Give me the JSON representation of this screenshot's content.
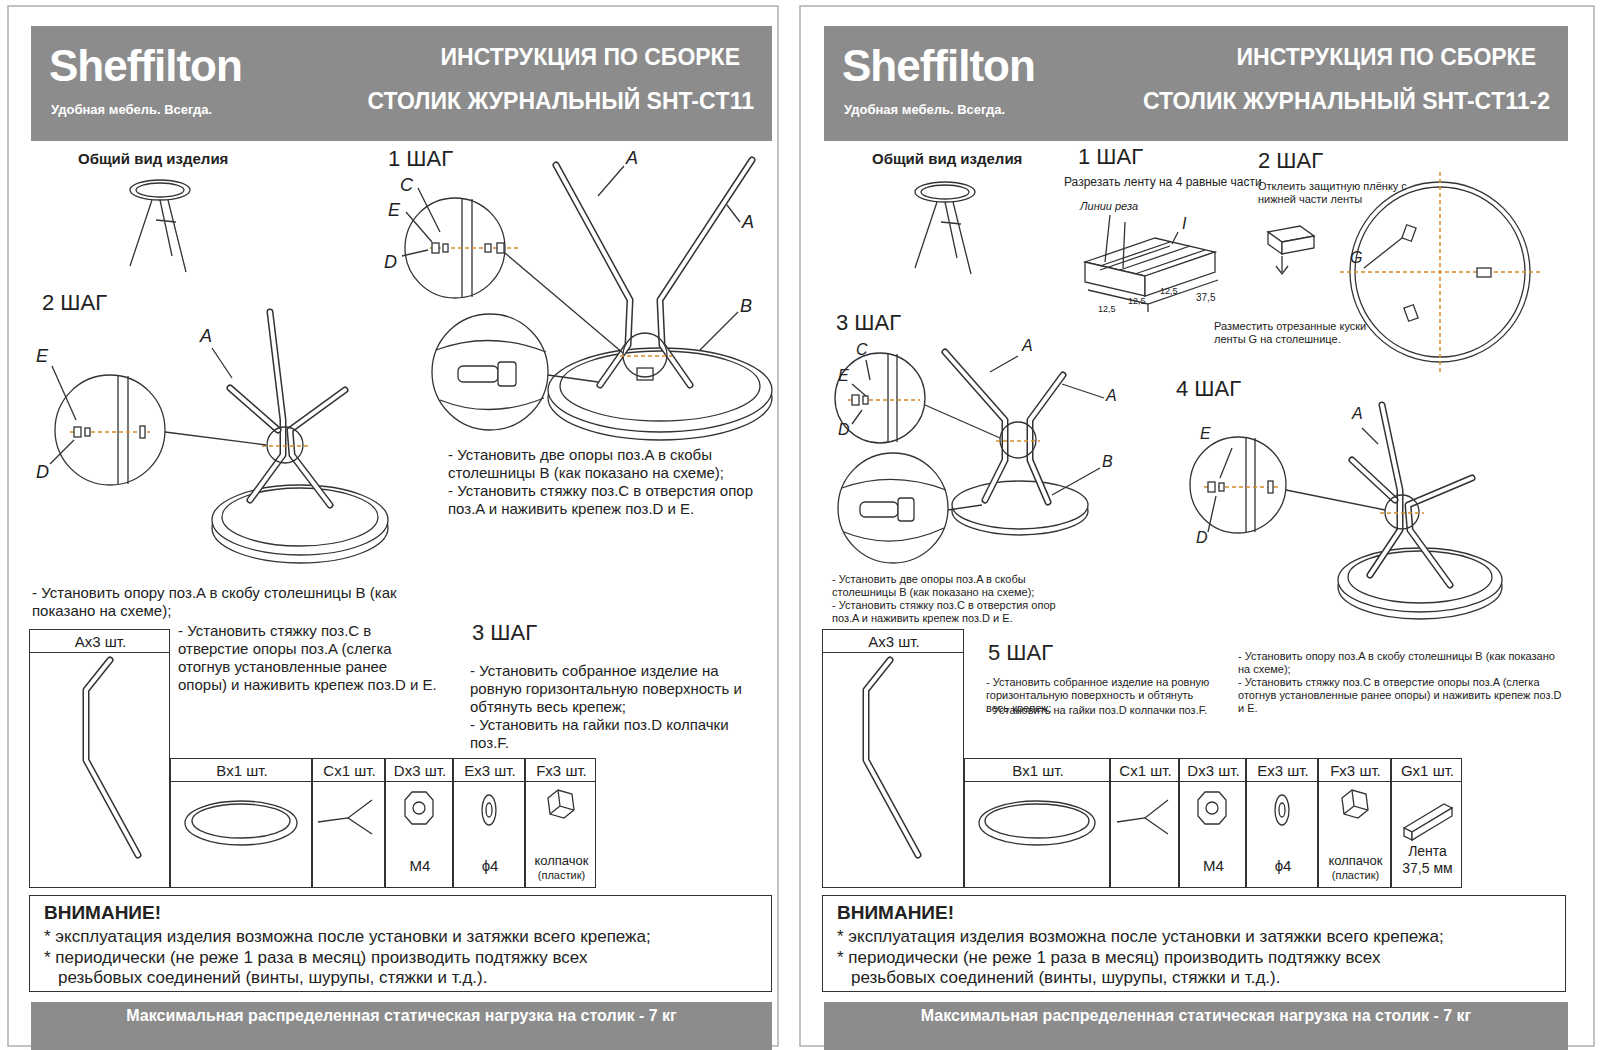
{
  "diagram": {
    "nodes": [
      {
        "text": [
          "Sheffilton",
          "Удобная мебель. Всегда.",
          "ИНСТРУКЦИЯ ПО СБОРКЕ",
          "СТОЛИК ЖУРНАЛЬНЫЙ SHT-CT11"
        ]
      },
      {
        "text": [
          "Ax3 шт."
        ]
      },
      {
        "text": [
          "Bx1 шт."
        ]
      },
      {
        "text": [
          "Cx1 шт."
        ]
      },
      {
        "text": [
          "Dx3 шт.",
          "M4"
        ]
      },
      {
        "text": [
          "Ex3 шт.",
          "ϕ4"
        ]
      },
      {
        "text": [
          "Fx3 шт.",
          "колпачок",
          "(пластик)"
        ]
      },
      {
        "text": [
          "ВНИМАНИЕ!",
          "* эксплуатация изделия возможна после установки и затяжки всего крепежа;",
          "* периодически (не реже 1 раза в месяц) производить подтяжку всех резьбовых соединений (винты, шурупы, стяжки и т.д.)."
        ]
      },
      {
        "text": [
          "Максимальная распределенная статическая нагрузка на столик - 7 кг"
        ]
      },
      {
        "text": [
          "Sheffilton",
          "Удобная мебель. Всегда.",
          "ИНСТРУКЦИЯ ПО СБОРКЕ",
          "СТОЛИК ЖУРНАЛЬНЫЙ SHT-CT11-2"
        ]
      },
      {
        "text": [
          "Ax3 шт."
        ]
      },
      {
        "text": [
          "Bx1 шт."
        ]
      },
      {
        "text": [
          "Cx1 шт."
        ]
      },
      {
        "text": [
          "Dx3 шт.",
          "M4"
        ]
      },
      {
        "text": [
          "Ex3 шт.",
          "ϕ4"
        ]
      },
      {
        "text": [
          "Fx3 шт.",
          "колпачок",
          "(пластик)"
        ]
      },
      {
        "text": [
          "Gx1 шт.",
          "Лента 37,5 мм"
        ]
      },
      {
        "text": [
          "ВНИМАНИЕ!",
          "* эксплуатация изделия возможна после установки и затяжки всего крепежа;",
          "* периодически (не реже 1 раза в месяц) производить подтяжку всех резьбовых соединений (винты, шурупы, стяжки и т.д.)."
        ]
      },
      {
        "text": [
          "Максимальная распределенная статическая нагрузка на столик - 7 кг"
        ]
      }
    ],
    "labels": [
      "Общий вид изделия",
      "1 ШАГ",
      "C",
      "E",
      "D",
      "A",
      "A",
      "B",
      "- Установить две опоры поз.A в скобы столешницы B (как показано на схеме);",
      "- Установить стяжку поз.C в отверстия опор поз.A и наживить крепеж поз.D и E.",
      "2 ШАГ",
      "E",
      "D",
      "A",
      "- Установить опору поз.A в скобу столешницы B (как показано на схеме);",
      "- Установить стяжку поз.C в отверстие опоры поз.A (слегка отогнув установленные ранее опоры) и наживить крепеж поз.D и E.",
      "3 ШАГ",
      "- Установить собранное изделие на ровную горизонтальную поверхность и обтянуть весь крепеж;",
      "- Установить на гайки поз.D колпачки поз.F.",
      "Общий вид изделия",
      "1 ШАГ",
      "Разрезать ленту на 4 равные части",
      "Линии реза",
      "I",
      "12,5",
      "12,5",
      "12,5",
      "37,5",
      "2 ШАГ",
      "Отклеить защитную плёнку с нижней части ленты",
      "G",
      "Разместить отрезанные куски ленты G на столешнице.",
      "3 ШАГ",
      "C",
      "E",
      "D",
      "A",
      "A",
      "B",
      "- Установить две опоры поз.A в скобы столешницы B (как показано на схеме);",
      "- Установить стяжку поз.C в отверстия опор поз.A и наживить крепеж поз.D и E.",
      "4 ШАГ",
      "E",
      "D",
      "A",
      "- Установить опору поз.A в скобу столешницы B (как показано на схеме);",
      "- Установить стяжку поз.C в отверстие опоры поз.A (слегка отогнув установленные ранее опоры) и наживить крепеж поз.D и E.",
      "5 ШАГ",
      "- Установить собранное изделие на ровную горизонтальную поверхность и обтянуть весь крепеж;",
      "- Установить на гайки поз.D колпачки поз.F."
    ]
  }
}
